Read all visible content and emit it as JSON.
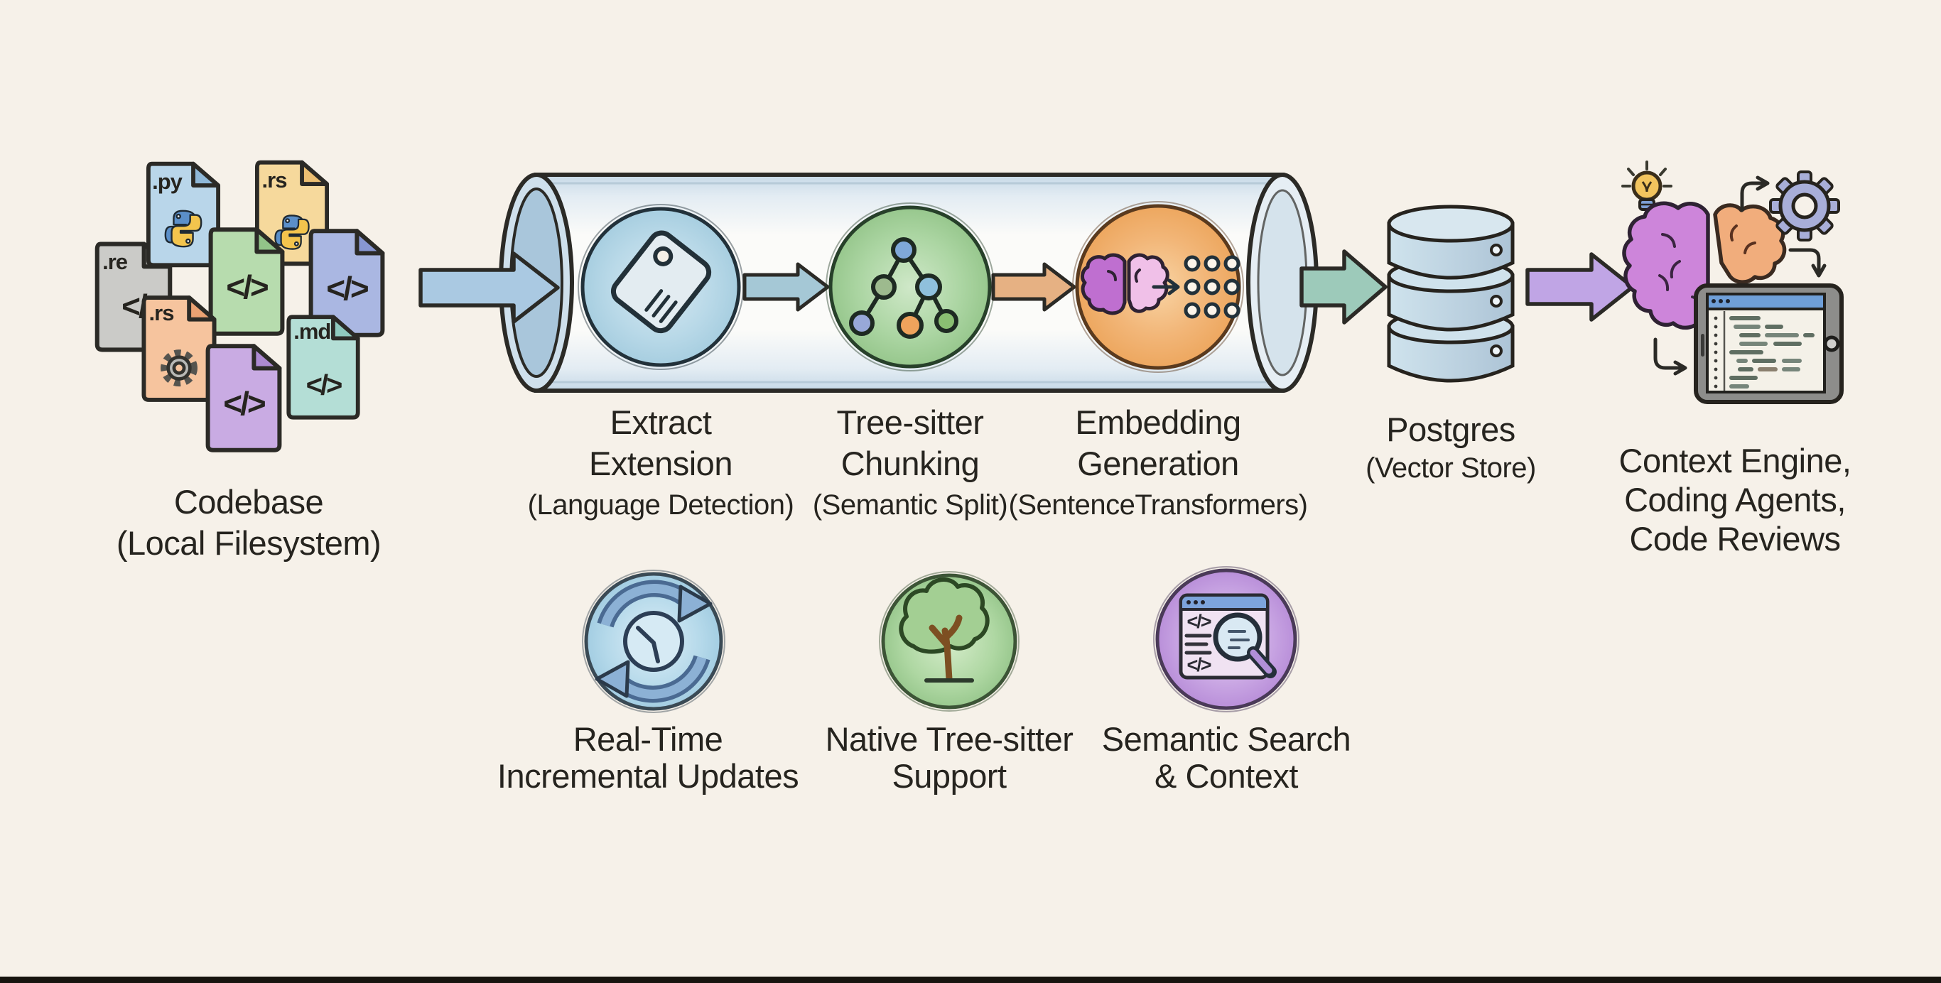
{
  "theme": {
    "bg": "#f6f1e9",
    "ink": "#2b2a26",
    "text": "#26241f",
    "bottom": "#17140f",
    "arrow_blue": "#aac9e2",
    "arrow_teal": "#a5c8d6",
    "arrow_orange": "#e6b183",
    "arrow_green": "#9dcaba",
    "arrow_purple": "#c0a5e5",
    "stage_blue": "#b9d9e8",
    "stage_green": "#abd5a2",
    "stage_orange": "#f2b678",
    "postgres_blue": "#c3d8e5",
    "feature_blue": "#b5d9ea",
    "feature_green": "#aed7a2",
    "feature_purple": "#c7a3e2"
  },
  "files": [
    {
      "label": ".re",
      "glyph": "</",
      "icon": "code-slash"
    },
    {
      "label": ".py",
      "glyph": "",
      "icon": "python"
    },
    {
      "label": ".rs",
      "glyph": "",
      "icon": "python"
    },
    {
      "label": "",
      "glyph": "</>",
      "icon": "code"
    },
    {
      "label": "",
      "glyph": "</>",
      "icon": "code"
    },
    {
      "label": ".rs",
      "glyph": "",
      "icon": "gear"
    },
    {
      "label": ".md",
      "glyph": "</>",
      "icon": "code"
    },
    {
      "label": "",
      "glyph": "</>",
      "icon": "code"
    }
  ],
  "codebase": {
    "title": "Codebase",
    "subtitle": "(Local Filesystem)"
  },
  "stages": [
    {
      "title1": "Extract",
      "title2": "Extension",
      "subtitle": "(Language Detection)"
    },
    {
      "title1": "Tree-sitter",
      "title2": "Chunking",
      "subtitle": "(Semantic Split)"
    },
    {
      "title1": "Embedding",
      "title2": "Generation",
      "subtitle": "(SentenceTransformers)"
    }
  ],
  "postgres": {
    "title": "Postgres",
    "subtitle": "(Vector Store)"
  },
  "output": {
    "line1": "Context Engine,",
    "line2": "Coding Agents,",
    "line3": "Code Reviews"
  },
  "features": [
    {
      "line1": "Real-Time",
      "line2": "Incremental Updates",
      "icon": "sync-clock"
    },
    {
      "line1": "Native Tree-sitter",
      "line2": "Support",
      "icon": "tree"
    },
    {
      "line1": "Semantic Search",
      "line2": "& Context",
      "icon": "search-window"
    }
  ],
  "icons": {
    "code_glyph": "</>"
  }
}
